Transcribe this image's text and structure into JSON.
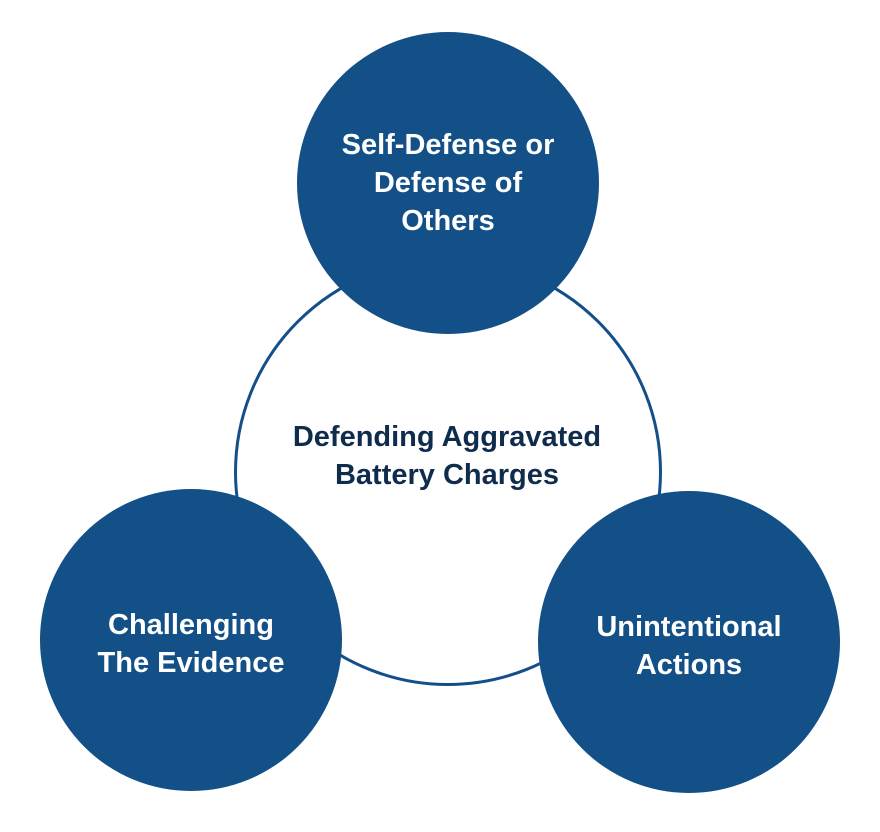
{
  "diagram": {
    "center": {
      "label": "Defending Aggravated\nBattery Charges"
    },
    "nodes": [
      {
        "id": "top",
        "label": "Self-Defense or\nDefense of\nOthers"
      },
      {
        "id": "left",
        "label": "Challenging\nThe Evidence"
      },
      {
        "id": "right",
        "label": "Unintentional\nActions"
      }
    ],
    "colors": {
      "node_fill": "#145088",
      "ring_stroke": "#154f8a",
      "center_text": "#0f2c4d",
      "node_text": "#ffffff",
      "background": "#ffffff"
    }
  }
}
